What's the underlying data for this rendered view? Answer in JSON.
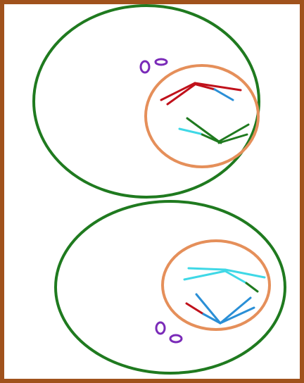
{
  "diagram": {
    "colors": {
      "background": "#ffffff",
      "frame": "#a0521c",
      "cell_membrane": "#1f7a1f",
      "nucleus": "#e58f5a",
      "centrioles": "#7a2ab8",
      "chromosome_red": "#c0111b",
      "chromosome_blue": "#2a8fd6",
      "chromosome_green": "#1f7a1f",
      "chromosome_cyan": "#3fd8e6"
    },
    "cells": [
      {
        "name": "top-cell",
        "centrioles_shown": true,
        "nucleus_shown": true,
        "chromosome_colors": [
          "red",
          "blue",
          "green",
          "cyan"
        ]
      },
      {
        "name": "bottom-cell",
        "centrioles_shown": true,
        "nucleus_shown": true,
        "chromosome_colors": [
          "cyan",
          "green",
          "red",
          "blue"
        ]
      }
    ]
  }
}
